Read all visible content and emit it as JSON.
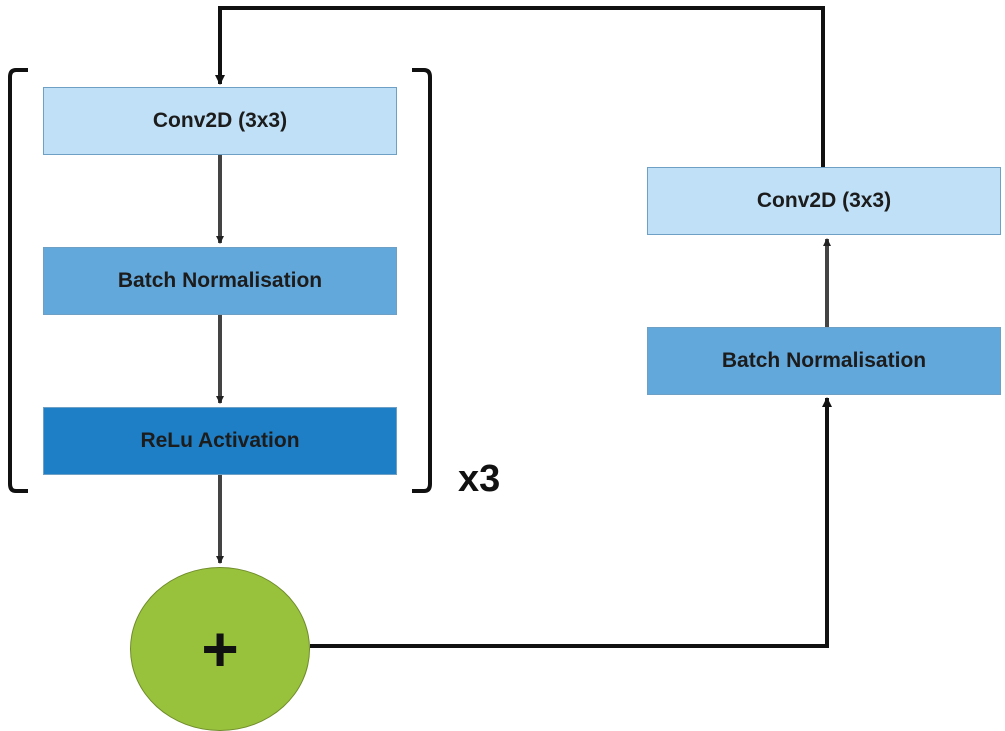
{
  "diagram": {
    "left_block": {
      "conv": "Conv2D (3x3)",
      "batch_norm": "Batch Normalisation",
      "relu": "ReLu Activation",
      "repeat_label": "x3"
    },
    "right_block": {
      "conv": "Conv2D (3x3)",
      "batch_norm": "Batch Normalisation"
    },
    "add_node_symbol": "+",
    "colors": {
      "conv": "#bfe0f6",
      "batch_norm": "#63a8db",
      "relu": "#1e7fc6",
      "add_node": "#99c23c",
      "lines": "#222222"
    }
  }
}
